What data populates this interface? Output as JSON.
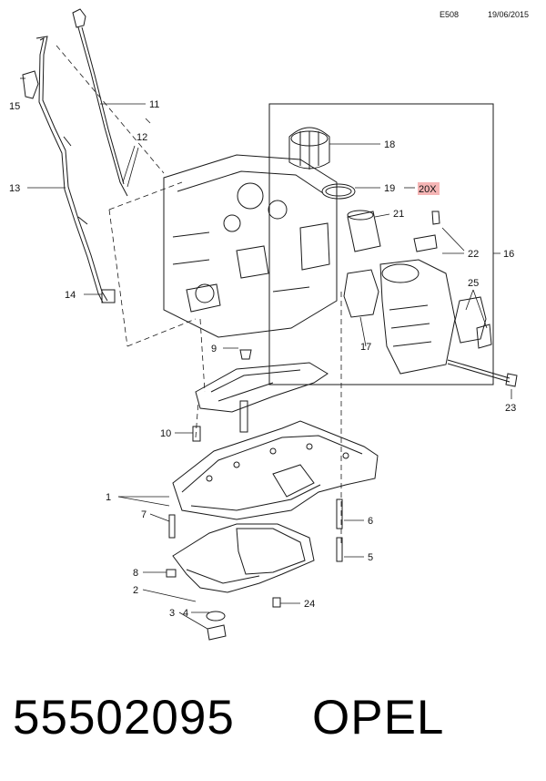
{
  "header": {
    "diagram_code": "E508",
    "date": "19/06/2015"
  },
  "callouts": {
    "c1": "1",
    "c2": "2",
    "c3": "3",
    "c4": "4",
    "c5": "5",
    "c6": "6",
    "c7": "7",
    "c8": "8",
    "c9": "9",
    "c10": "10",
    "c11": "11",
    "c12": "12",
    "c13": "13",
    "c14": "14",
    "c15": "15",
    "c16": "16",
    "c17": "17",
    "c18": "18",
    "c19": "19",
    "c20x": "20X",
    "c21": "21",
    "c22": "22",
    "c23": "23",
    "c24": "24",
    "c25": "25"
  },
  "footer": {
    "part_number": "55502095",
    "brand": "OPEL"
  },
  "colors": {
    "line": "#1a1a1a",
    "highlight": "#f5b5b5"
  }
}
